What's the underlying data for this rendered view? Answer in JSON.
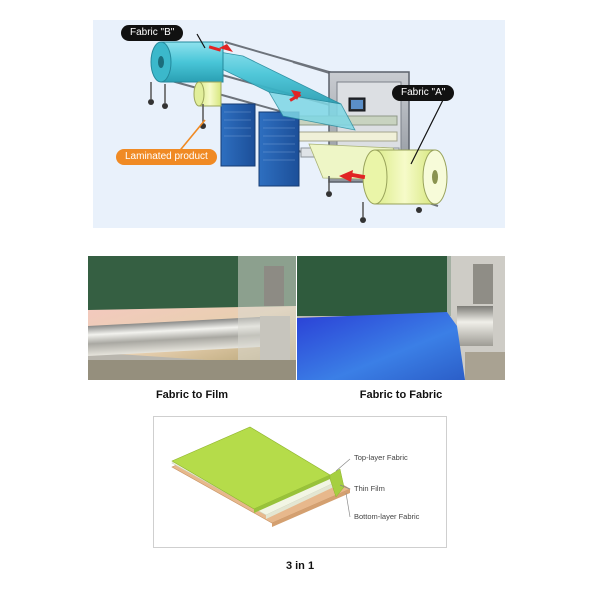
{
  "machine": {
    "label_b": "Fabric \"B\"",
    "label_a": "Fabric \"A\"",
    "label_product": "Laminated product",
    "colors": {
      "panel_bg": "#e9f1fb",
      "fabric_b": "#49c6d8",
      "fabric_a": "#eef7a8",
      "callout": "#f08a24",
      "arrow": "#e12424"
    }
  },
  "photos": [
    {
      "caption": "Fabric to Film"
    },
    {
      "caption": "Fabric to Fabric"
    }
  ],
  "layers": {
    "top": "Top-layer Fabric",
    "middle": "Thin Film",
    "bottom": "Bottom-layer Fabric",
    "caption": "3 in 1",
    "colors": {
      "top": "#b5dc4a",
      "film": "#f2f5e4",
      "bottom": "#e7b88c"
    }
  }
}
